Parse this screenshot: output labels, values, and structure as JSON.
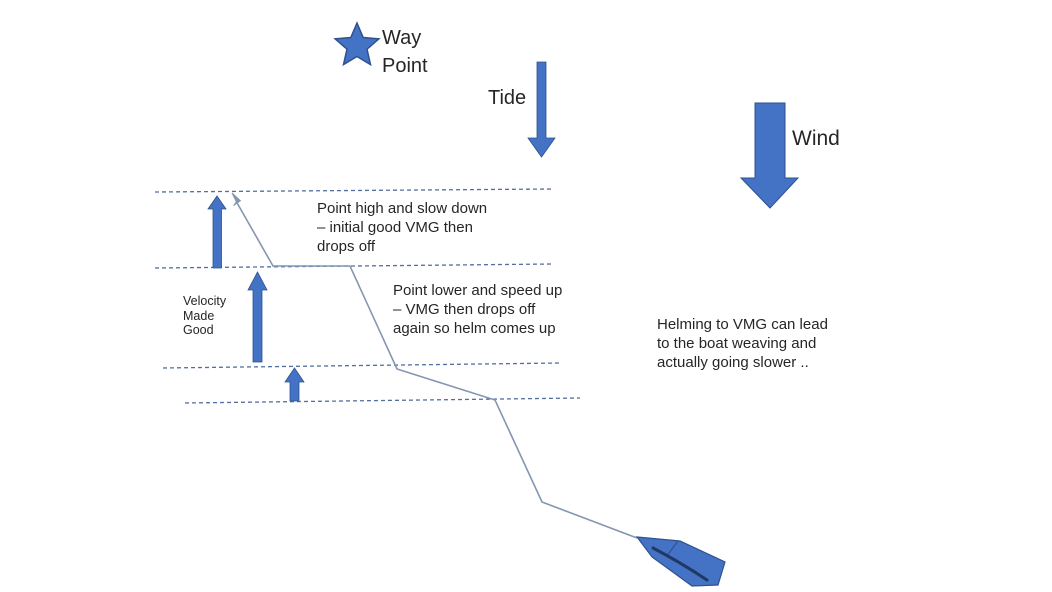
{
  "title": "Sailing VMG weaving diagram",
  "colors": {
    "accent_blue": "#4472C4",
    "accent_blue_dark": "#2F528F",
    "track_line": "#8496B0",
    "dashed_line": "#32568E",
    "boat_dark": "#1F3864",
    "text": "#262626",
    "background": "#FFFFFF"
  },
  "labels": {
    "waypoint": "Way\nPoint",
    "tide": "Tide",
    "wind": "Wind",
    "vmg": "Velocity\nMade\nGood"
  },
  "annotations": {
    "point_high": "Point high and slow down\n– initial good VMG then\ndrops off",
    "point_lower": "Point lower and speed up\n– VMG then drops off\nagain so helm comes up",
    "helming": "Helming to VMG can lead\nto the boat weaving and\nactually going slower .."
  },
  "icons": {
    "waypoint_star": "star-icon",
    "tide_arrow": "arrow-down-thin",
    "wind_arrow": "arrow-down-thick",
    "vmg_arrows": "arrow-up-block x3",
    "boat": "boat-hull-icon",
    "track": "polyline with arrowhead toward waypoint",
    "reference_lines": "4 dashed horizontal progress lines"
  }
}
